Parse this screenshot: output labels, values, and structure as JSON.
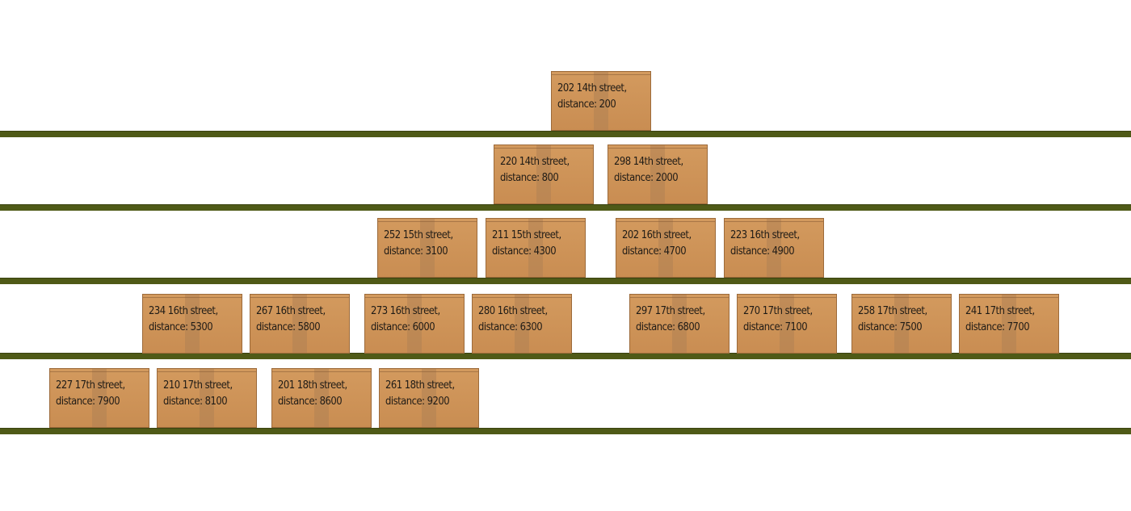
{
  "levels": [
    {
      "boxes": [
        {
          "address": "202 14th street,",
          "distance": "distance: 200"
        }
      ]
    },
    {
      "boxes": [
        {
          "address": "220 14th street,",
          "distance": "distance: 800"
        },
        {
          "address": "298 14th street,",
          "distance": "distance: 2000"
        }
      ]
    },
    {
      "boxes": [
        {
          "address": "252 15th street,",
          "distance": "distance: 3100"
        },
        {
          "address": "211 15th street,",
          "distance": "distance: 4300"
        },
        {
          "address": "202 16th street,",
          "distance": "distance: 4700"
        },
        {
          "address": "223 16th street,",
          "distance": "distance: 4900"
        }
      ]
    },
    {
      "boxes": [
        {
          "address": "234 16th street,",
          "distance": "distance: 5300"
        },
        {
          "address": "267 16th street,",
          "distance": "distance: 5800"
        },
        {
          "address": "273 16th street,",
          "distance": "distance: 6000"
        },
        {
          "address": "280 16th street,",
          "distance": "distance: 6300"
        },
        {
          "address": "297 17th street,",
          "distance": "distance: 6800"
        },
        {
          "address": "270 17th street,",
          "distance": "distance: 7100"
        },
        {
          "address": "258 17th street,",
          "distance": "distance: 7500"
        },
        {
          "address": "241 17th street,",
          "distance": "distance: 7700"
        }
      ]
    },
    {
      "boxes": [
        {
          "address": "227 17th street,",
          "distance": "distance: 7900"
        },
        {
          "address": "210 17th street,",
          "distance": "distance: 8100"
        },
        {
          "address": "201 18th street,",
          "distance": "distance: 8600"
        },
        {
          "address": "261 18th street,",
          "distance": "distance: 9200"
        }
      ]
    }
  ],
  "colors": {
    "shelf": "#4f5a17",
    "box": "#cf9558",
    "box_border": "#9c6a3a",
    "text": "#1f1b16"
  }
}
